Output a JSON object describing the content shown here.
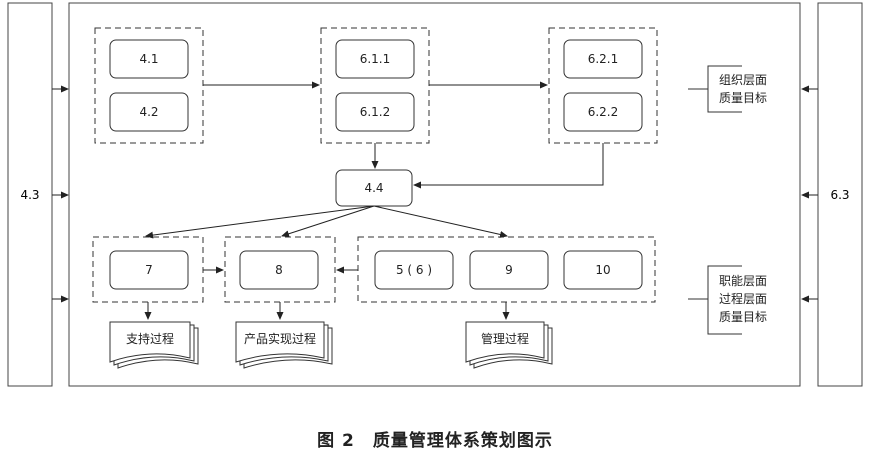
{
  "side_left": "4.3",
  "side_right": "6.3",
  "top_row": {
    "group1": [
      "4.1",
      "4.2"
    ],
    "group2": [
      "6.1.1",
      "6.1.2"
    ],
    "group3": [
      "6.2.1",
      "6.2.2"
    ]
  },
  "center": "4.4",
  "bottom_row": {
    "support": "7",
    "product": "8",
    "manage": [
      "5 ( 6 )",
      "9",
      "10"
    ]
  },
  "outputs": {
    "support": "支持过程",
    "product": "产品实现过程",
    "manage": "管理过程"
  },
  "side_notes": {
    "org_line1": "组织层面",
    "org_line2": "质量目标",
    "func_line1": "职能层面",
    "func_line2": "过程层面",
    "func_line3": "质量目标"
  },
  "caption": {
    "number": "图 2",
    "title": "质量管理体系策划图示"
  }
}
